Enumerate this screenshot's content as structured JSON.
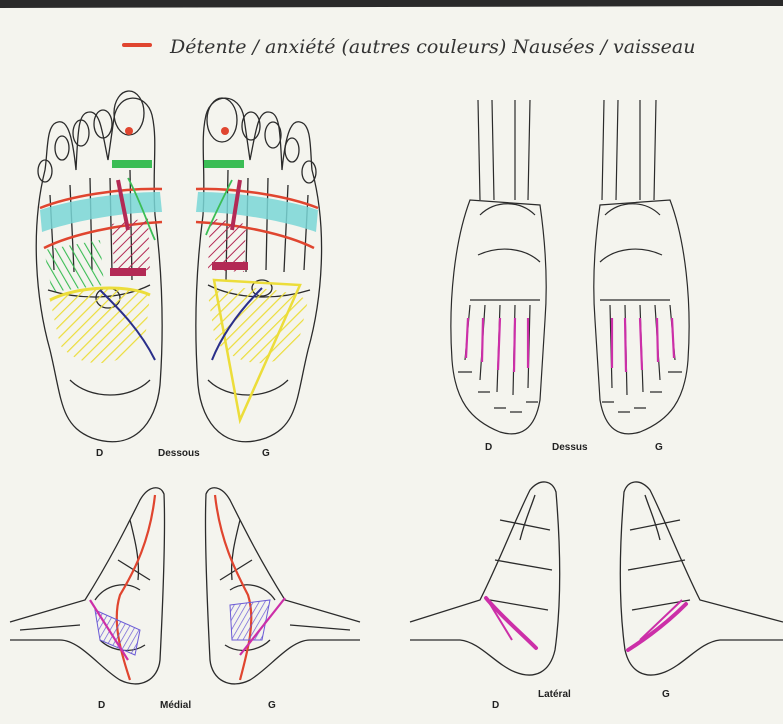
{
  "header": {
    "legend_dash_color": "#e0452f",
    "handwritten_note": "Détente / anxiété   (autres couleurs) Nausées / vaisseau"
  },
  "panels": {
    "dessous": {
      "left": "D",
      "center": "Dessous",
      "right": "G"
    },
    "dessus": {
      "left": "D",
      "center": "Dessus",
      "right": "G"
    },
    "medial": {
      "left": "D",
      "center": "Médial",
      "right": "G"
    },
    "lateral": {
      "left": "D",
      "center": "Latéral",
      "right": "G"
    }
  },
  "colors": {
    "paper": "#f4f4ee",
    "ink": "#2b2b2b",
    "red": "#e0452f",
    "green": "#3bbd55",
    "cyan": "#79d6d6",
    "yellow": "#ecdd3a",
    "crimson": "#b32a55",
    "magenta": "#cc2fa8",
    "violet": "#6b5bd6",
    "navy": "#2a2f8a"
  }
}
